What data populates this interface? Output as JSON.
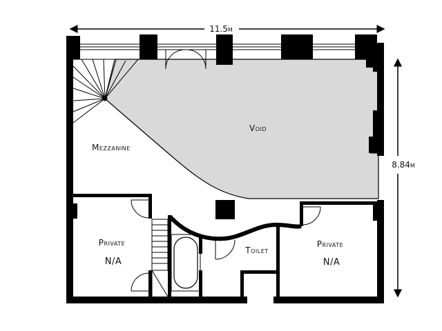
{
  "dimensions": {
    "width": "11.5m",
    "height": "8.84m"
  },
  "rooms": {
    "void": "Void",
    "mezzanine": "Mezzanine",
    "toilet": "Toilet",
    "private_left": {
      "name": "Private",
      "status": "N/A"
    },
    "private_right": {
      "name": "Private",
      "status": "N/A"
    }
  },
  "colors": {
    "wall": "#000000",
    "void_fill": "#d9d9d9",
    "background": "#ffffff"
  },
  "icons": [
    "spiral-staircase-icon",
    "straight-staircase-icon",
    "bathtub-icon",
    "door-swing-icon",
    "dimension-arrow-icon"
  ]
}
